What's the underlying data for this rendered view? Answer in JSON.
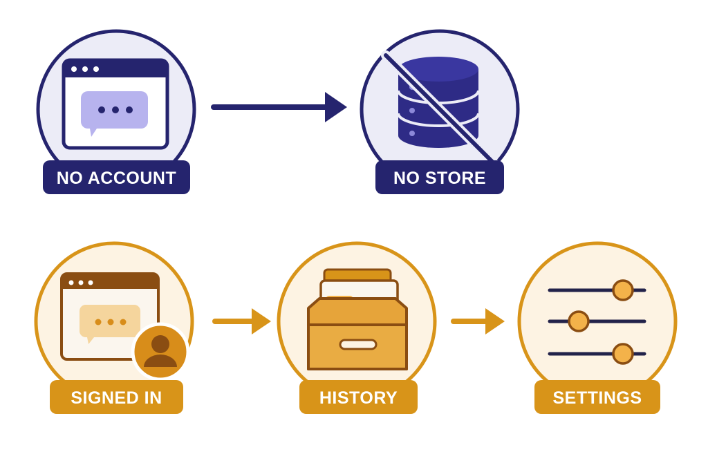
{
  "colors": {
    "navy": "#25246e",
    "navy_fill": "#ececf7",
    "lavender": "#b7b3ee",
    "db_blue": "#2e2b86",
    "orange": "#d89419",
    "orange_fill": "#fdf3e3",
    "orange_light": "#f5d59d",
    "orange_dot": "#f3b24a",
    "card_bg": "#fbf6ee",
    "avatar_bg": "#d88d1a",
    "avatar_fg": "#8a4d12",
    "slider_line": "#22224a"
  },
  "rows": {
    "top": {
      "nodes": [
        {
          "id": "no-account",
          "label": "NO ACCOUNT",
          "icon": "chat-window-icon"
        },
        {
          "id": "no-store",
          "label": "NO STORE",
          "icon": "database-crossed-icon"
        }
      ]
    },
    "bottom": {
      "nodes": [
        {
          "id": "signed-in",
          "label": "SIGNED IN",
          "icon": "chat-window-user-icon"
        },
        {
          "id": "history",
          "label": "HISTORY",
          "icon": "archive-box-icon"
        },
        {
          "id": "settings",
          "label": "SETTINGS",
          "icon": "sliders-icon"
        }
      ]
    }
  }
}
